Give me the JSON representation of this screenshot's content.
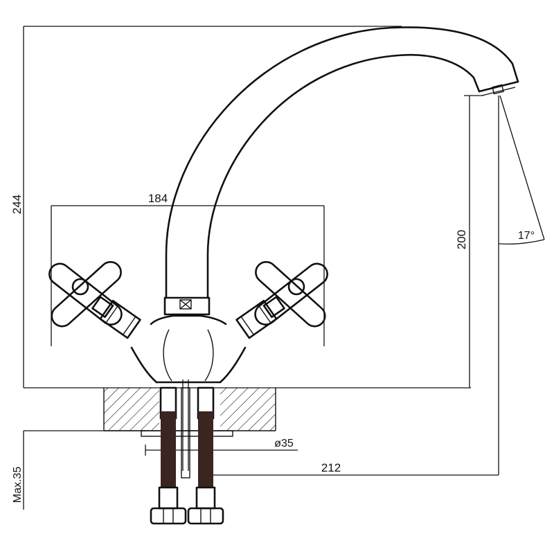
{
  "dimensions": {
    "total_height": "244",
    "handle_span": "184",
    "spout_height": "200",
    "spout_angle": "17°",
    "hole_diameter": "ø35",
    "spout_reach": "212",
    "max_thickness": "Max.35"
  },
  "colors": {
    "line": "#111111",
    "background": "#ffffff"
  }
}
